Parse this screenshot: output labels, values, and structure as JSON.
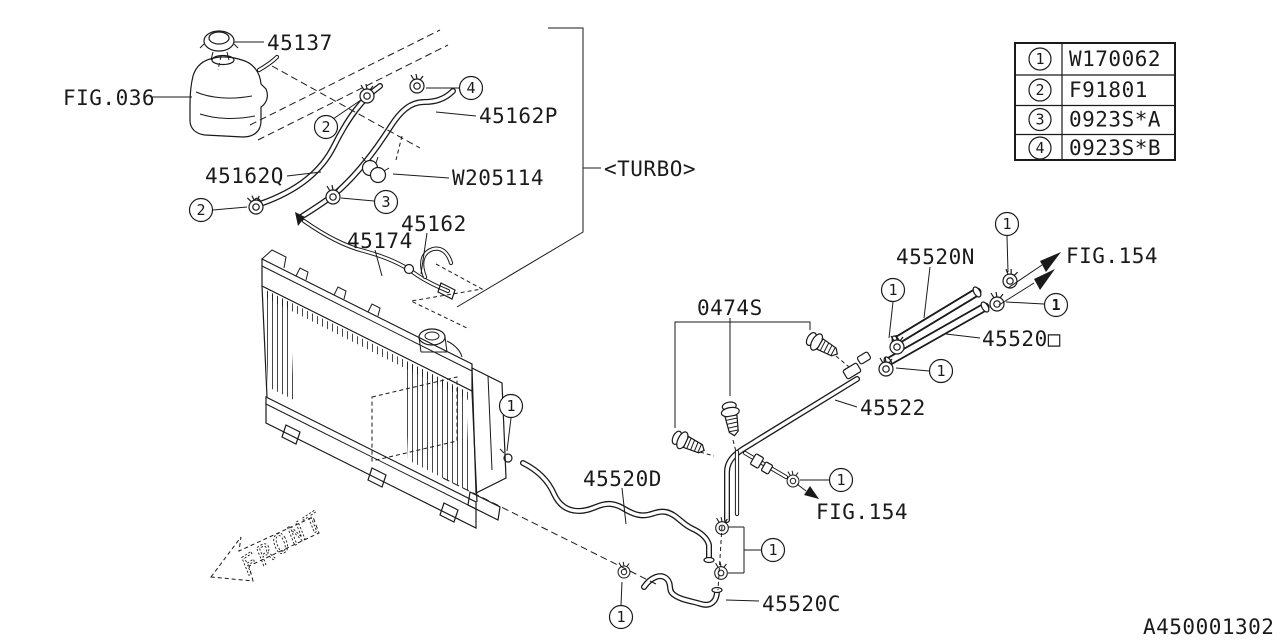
{
  "labels": {
    "fig036": "FIG.036",
    "cap": "45137",
    "hose_q": "45162Q",
    "hose_p": "45162P",
    "clamp_w": "W205114",
    "pipe_45162": "45162",
    "pipe_45174": "45174",
    "turbo": "<TURBO>",
    "bolts": "0474S",
    "pipe_45522": "45522",
    "pipe_45520n": "45520N",
    "pipe_45520box": "45520□",
    "hose_d": "45520D",
    "hose_c": "45520C",
    "fig154_top": "FIG.154",
    "fig154_bottom": "FIG.154",
    "front": "FRONT",
    "drawing_code": "A450001302"
  },
  "callouts": {
    "1": "1",
    "2": "2",
    "3": "3",
    "4": "4"
  },
  "legend": {
    "rows": [
      {
        "num": "1",
        "code": "W170062"
      },
      {
        "num": "2",
        "code": "F91801"
      },
      {
        "num": "3",
        "code": "0923S*A"
      },
      {
        "num": "4",
        "code": "0923S*B"
      }
    ]
  },
  "colors": {
    "line": "#1a1a1a",
    "background": "#ffffff"
  }
}
